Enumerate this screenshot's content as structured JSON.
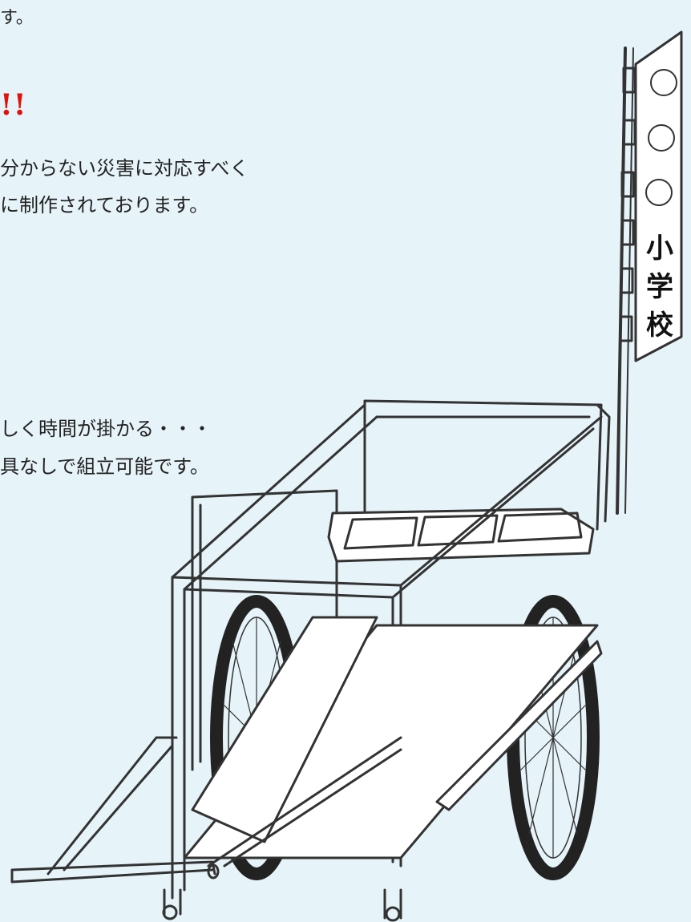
{
  "text": {
    "top_line": "す。",
    "heading": "!!",
    "para1_line1": "分からない災害に対応すべく",
    "para1_line2": "に制作されております。",
    "para2_line1": "しく時間が掛かる・・・",
    "para2_line2": "具なしで組立可能です。"
  },
  "banner": {
    "circles": [
      "○",
      "○",
      "○"
    ],
    "chars": [
      "小",
      "学",
      "校"
    ]
  },
  "colors": {
    "background": "#e6f3f8",
    "heading": "#e0120b",
    "line": "#333333"
  },
  "icons": {
    "illustration": "rescue-cart-illustration"
  }
}
